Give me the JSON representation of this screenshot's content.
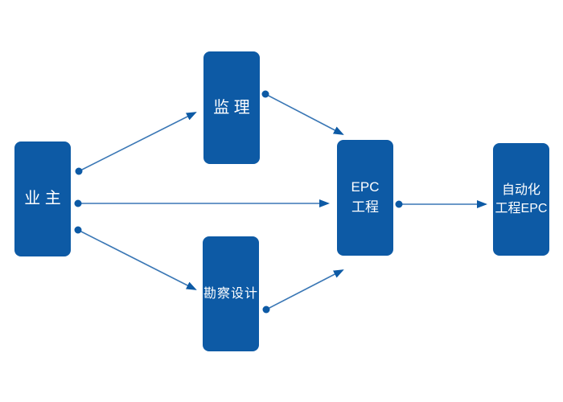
{
  "diagram": {
    "background_color": "#ffffff",
    "node_fill_color": "#0d5aa5",
    "node_text_color": "#ffffff",
    "edge_color": "#3a77b5",
    "arrowhead_color": "#0d5aa5",
    "nodes": {
      "owner": {
        "label": "业 主"
      },
      "supervision": {
        "label": "监 理"
      },
      "survey": {
        "label": "勘察设计"
      },
      "epc": {
        "label": "EPC\n工程"
      },
      "automation": {
        "label": "自动化\n工程EPC"
      }
    },
    "edges": [
      {
        "from": "业 主",
        "to": "监 理"
      },
      {
        "from": "业 主",
        "to": "EPC 工程"
      },
      {
        "from": "业 主",
        "to": "勘察设计"
      },
      {
        "from": "监 理",
        "to": "EPC 工程"
      },
      {
        "from": "勘察设计",
        "to": "EPC 工程"
      },
      {
        "from": "EPC 工程",
        "to": "自动化 工程EPC"
      }
    ]
  }
}
